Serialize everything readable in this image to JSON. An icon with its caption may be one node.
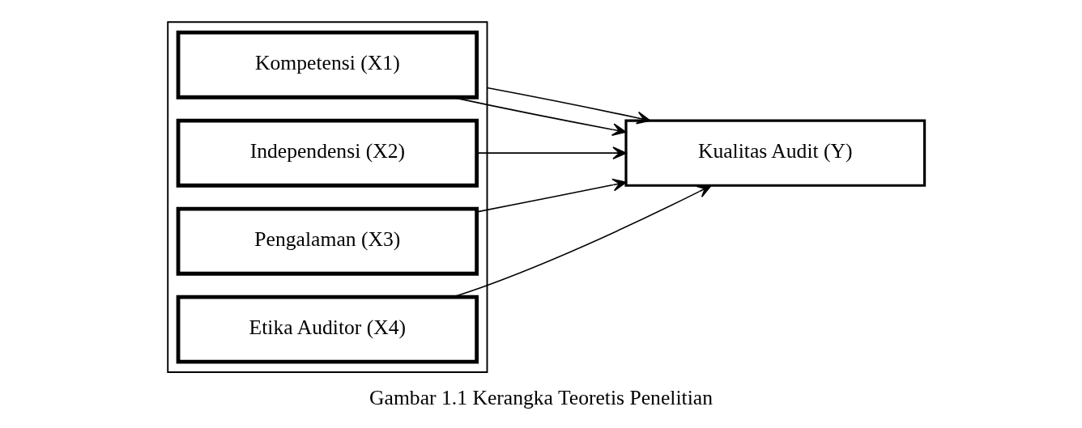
{
  "diagram": {
    "caption": "Gambar 1.1 Kerangka Teoretis Penelitian",
    "nodes": [
      {
        "text": [],
        "shape": "box"
      },
      {
        "text": [
          "Kompetensi (X1)"
        ],
        "in": 0
      },
      {
        "text": [
          "Independensi (X2)"
        ],
        "in": 0
      },
      {
        "text": [
          "Pengalaman (X3)"
        ],
        "in": 0
      },
      {
        "text": [
          "Etika Auditor (X4)"
        ],
        "in": 0
      },
      {
        "text": [
          "Kualitas Audit (Y)"
        ]
      }
    ],
    "edges": [
      {
        "from": 1,
        "to": 5,
        "arrow": "to"
      },
      {
        "from": 2,
        "to": 5,
        "arrow": "to"
      },
      {
        "from": 3,
        "to": 5,
        "arrow": "to"
      },
      {
        "from": 4,
        "to": 5,
        "arrow": "to"
      },
      {
        "from": 0,
        "to": 5,
        "arrow": "to"
      }
    ]
  }
}
